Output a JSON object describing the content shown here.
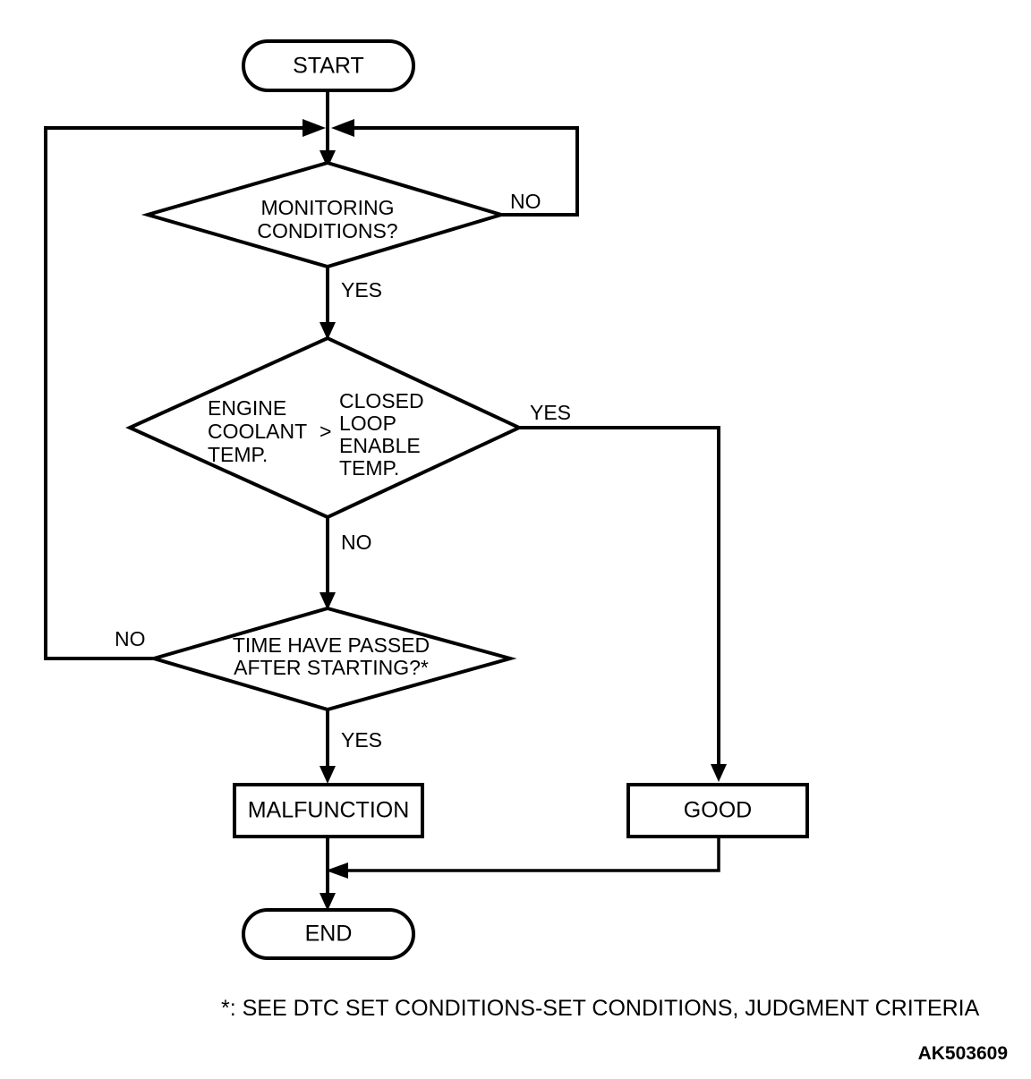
{
  "diagram": {
    "type": "flowchart",
    "title": "DTC monitoring logic flowchart",
    "nodes": {
      "start": {
        "label": "START",
        "shape": "terminator"
      },
      "decision_monitoring": {
        "line1": "MONITORING",
        "line2": "CONDITIONS?",
        "shape": "decision"
      },
      "decision_coolant": {
        "left_line1": "ENGINE",
        "left_line2": "COOLANT",
        "left_line3": "TEMP.",
        "operator": ">",
        "right_line1": "CLOSED",
        "right_line2": "LOOP",
        "right_line3": "ENABLE",
        "right_line4": "TEMP.",
        "shape": "decision"
      },
      "decision_time": {
        "line1": "TIME HAVE PASSED",
        "line2": "AFTER STARTING?*",
        "shape": "decision"
      },
      "malfunction": {
        "label": "MALFUNCTION",
        "shape": "process"
      },
      "good": {
        "label": "GOOD",
        "shape": "process"
      },
      "end": {
        "label": "END",
        "shape": "terminator"
      }
    },
    "branch_labels": {
      "monitoring_no": "NO",
      "monitoring_yes": "YES",
      "coolant_yes": "YES",
      "coolant_no": "NO",
      "time_no": "NO",
      "time_yes": "YES"
    },
    "footnote": "*: SEE DTC SET CONDITIONS-SET CONDITIONS, JUDGMENT CRITERIA",
    "figure_code": "AK503609",
    "colors": {
      "stroke": "#000000",
      "fill": "#ffffff",
      "background": "#ffffff"
    }
  }
}
